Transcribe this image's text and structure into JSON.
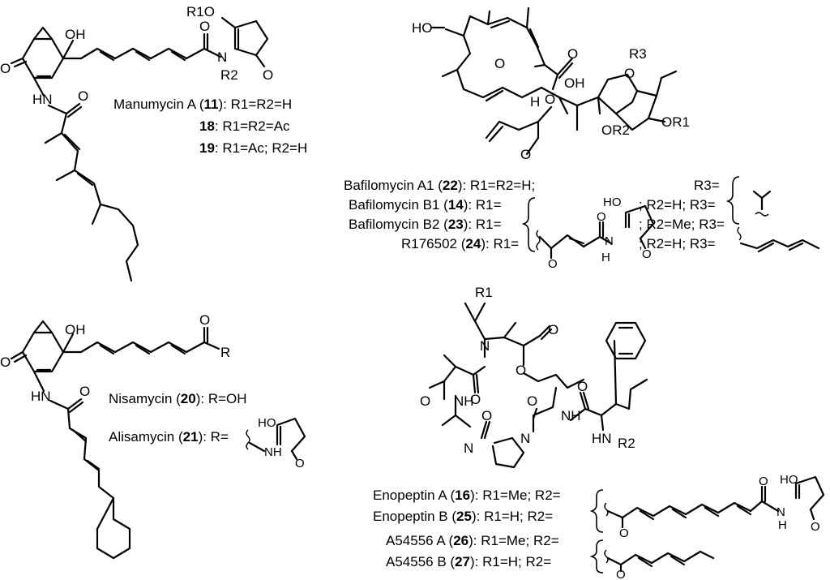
{
  "atoms": {
    "OH": "OH",
    "O": "O",
    "HO": "HO",
    "HN": "HN",
    "N": "N",
    "NH": "NH",
    "H": "H",
    "R1O": "R1O",
    "R": "R",
    "R1": "R1",
    "R2": "R2",
    "R3": "R3",
    "OR1": "OR1",
    "OR2": "OR2"
  },
  "manumycin": {
    "name": "Manumycin A",
    "id": "11",
    "r_text": "R1=R2=H",
    "row18_id": "18",
    "row18_text": "R1=R2=Ac",
    "row19_id": "19",
    "row19_text": "R1=Ac; R2=H"
  },
  "bafilomycin": {
    "rows": [
      {
        "name": "Bafilomycin A1",
        "id": "22",
        "r1": "R1=R2=H;",
        "r3": "R3="
      },
      {
        "name": "Bafilomycin B1",
        "id": "14",
        "r1": "R1=",
        "r2": "; R2=H;",
        "r3": "R3="
      },
      {
        "name": "Bafilomycin B2",
        "id": "23",
        "r1": "R1=",
        "r2": "; R2=Me;",
        "r3": "R3="
      },
      {
        "name": "R176502",
        "id": "24",
        "r1": "R1=",
        "r2": "; R2=H;",
        "r3": "R3="
      }
    ]
  },
  "nisamycin": {
    "name": "Nisamycin",
    "id": "20",
    "text": "R=OH",
    "ali_name": "Alisamycin",
    "ali_id": "21",
    "ali_text": "R="
  },
  "enopeptin": {
    "rows": [
      {
        "name": "Enopeptin A",
        "id": "16",
        "r1": "R1=Me;",
        "r2": "R2="
      },
      {
        "name": "Enopeptin B",
        "id": "25",
        "r1": "R1=H;",
        "r2": "R2="
      },
      {
        "name": "A54556 A",
        "id": "26",
        "r1": "R1=Me;",
        "r2": "R2="
      },
      {
        "name": "A54556 B",
        "id": "27",
        "r1": "R1=H;",
        "r2": "R2="
      }
    ]
  }
}
